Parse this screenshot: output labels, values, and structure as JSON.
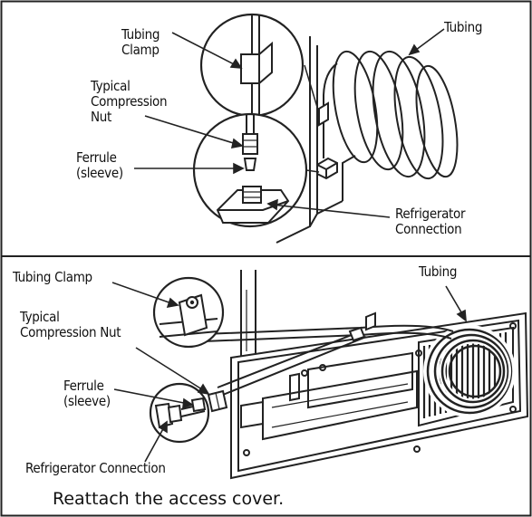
{
  "top_panel": {
    "labels": {
      "tubing_clamp": "Tubing\nClamp",
      "tubing": "Tubing",
      "compression_nut": "Typical\nCompression\nNut",
      "ferrule": "Ferrule\n(sleeve)",
      "refrigerator_connection": "Refrigerator\nConnection"
    }
  },
  "bottom_panel": {
    "labels": {
      "tubing_clamp": "Tubing Clamp",
      "tubing": "Tubing",
      "compression_nut": "Typical\nCompression Nut",
      "ferrule": "Ferrule\n(sleeve)",
      "refrigerator_connection": "Refrigerator Connection"
    }
  },
  "caption": "Reattach the access cover.",
  "colors": {
    "ink": "#111111",
    "line": "#222222",
    "background": "#ffffff"
  }
}
